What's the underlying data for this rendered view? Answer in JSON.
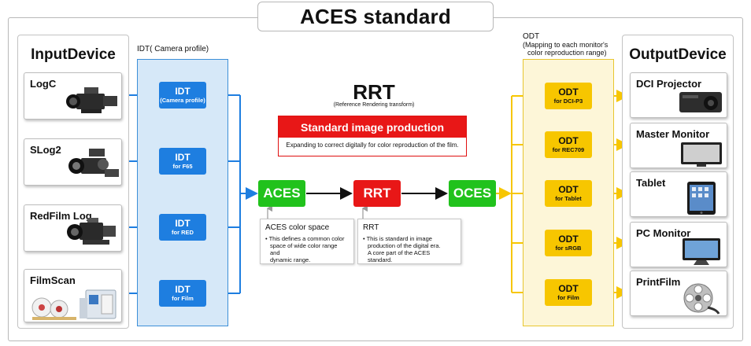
{
  "title": "ACES standard",
  "input": {
    "heading": "InputDevice",
    "devices": [
      {
        "label": "LogC",
        "icon": "cinema-camera-icon"
      },
      {
        "label": "SLog2",
        "icon": "cinema-camera-icon"
      },
      {
        "label": "RedFilm Log",
        "icon": "cinema-camera-icon"
      },
      {
        "label": "FilmScan",
        "icon": "film-scanner-icon"
      }
    ]
  },
  "idt": {
    "caption": "IDT( Camera profile)",
    "boxes": [
      {
        "main": "IDT",
        "sub": "(Camera profile)"
      },
      {
        "main": "IDT",
        "sub": "for F65"
      },
      {
        "main": "IDT",
        "sub": "for RED"
      },
      {
        "main": "IDT",
        "sub": "for Film"
      }
    ]
  },
  "rrt": {
    "title": "RRT",
    "subtitle": "(Reference Rendering transform)",
    "panel_title": "Standard image production",
    "panel_text": "Expanding to correct digitally for color reproduction of the film."
  },
  "flow": {
    "aces": "ACES",
    "rrt": "RRT",
    "oces": "OCES"
  },
  "notes": {
    "aces": {
      "title": "ACES color space",
      "lines": [
        "• This defines a common color",
        "space of wide color range and",
        "dynamic range."
      ]
    },
    "rrt": {
      "title": "RRT",
      "lines": [
        "• This is standard in image",
        "production of the digital era.",
        "A core part of the ACES standard."
      ]
    }
  },
  "odt": {
    "caption_lines": [
      "ODT",
      "(Mapping to each monitor's",
      "color reproduction range)"
    ],
    "boxes": [
      {
        "main": "ODT",
        "sub": "for DCI-P3"
      },
      {
        "main": "ODT",
        "sub": "for REC709"
      },
      {
        "main": "ODT",
        "sub": "for Tablet"
      },
      {
        "main": "ODT",
        "sub": "for sRGB"
      },
      {
        "main": "ODT",
        "sub": "for Film"
      }
    ]
  },
  "output": {
    "heading": "OutputDevice",
    "devices": [
      {
        "label": "DCI Projector",
        "icon": "projector-icon"
      },
      {
        "label": "Master Monitor",
        "icon": "monitor-icon"
      },
      {
        "label": "Tablet",
        "icon": "tablet-icon"
      },
      {
        "label": "PC Monitor",
        "icon": "pc-monitor-icon"
      },
      {
        "label": "PrintFilm",
        "icon": "film-reel-icon"
      }
    ]
  },
  "colors": {
    "idt_blue": "#1e7ee0",
    "odt_yellow": "#f7c600",
    "aces_green": "#21c21c",
    "rrt_red": "#e81717"
  }
}
